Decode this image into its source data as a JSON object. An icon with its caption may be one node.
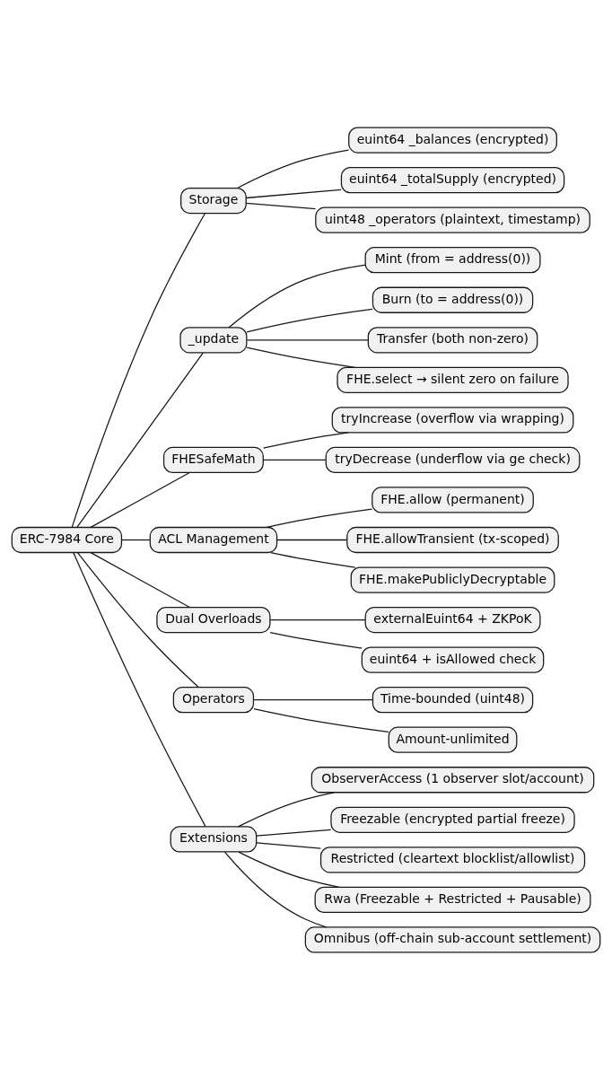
{
  "diagram": {
    "nodes": [
      {
        "text": [
          "ERC-7984 Core"
        ]
      },
      {
        "text": [
          "Storage"
        ]
      },
      {
        "text": [
          "euint64 _balances (encrypted)"
        ]
      },
      {
        "text": [
          "euint64 _totalSupply (encrypted)"
        ]
      },
      {
        "text": [
          "uint48 _operators (plaintext, timestamp)"
        ]
      },
      {
        "text": [
          "_update"
        ]
      },
      {
        "text": [
          "Mint (from = address(0))"
        ]
      },
      {
        "text": [
          "Burn (to = address(0))"
        ]
      },
      {
        "text": [
          "Transfer (both non-zero)"
        ]
      },
      {
        "text": [
          "FHE.select → silent zero on failure"
        ]
      },
      {
        "text": [
          "FHESafeMath"
        ]
      },
      {
        "text": [
          "tryIncrease (overflow via wrapping)"
        ]
      },
      {
        "text": [
          "tryDecrease (underflow via ge check)"
        ]
      },
      {
        "text": [
          "ACL Management"
        ]
      },
      {
        "text": [
          "FHE.allow (permanent)"
        ]
      },
      {
        "text": [
          "FHE.allowTransient (tx-scoped)"
        ]
      },
      {
        "text": [
          "FHE.makePubliclyDecryptable"
        ]
      },
      {
        "text": [
          "Dual Overloads"
        ]
      },
      {
        "text": [
          "externalEuint64 + ZKPoK"
        ]
      },
      {
        "text": [
          "euint64 + isAllowed check"
        ]
      },
      {
        "text": [
          "Operators"
        ]
      },
      {
        "text": [
          "Time-bounded (uint48)"
        ]
      },
      {
        "text": [
          "Amount-unlimited"
        ]
      },
      {
        "text": [
          "Extensions"
        ]
      },
      {
        "text": [
          "ObserverAccess (1 observer slot/account)"
        ]
      },
      {
        "text": [
          "Freezable (encrypted partial freeze)"
        ]
      },
      {
        "text": [
          "Restricted (cleartext blocklist/allowlist)"
        ]
      },
      {
        "text": [
          "Rwa (Freezable + Restricted + Pausable)"
        ]
      },
      {
        "text": [
          "Omnibus (off-chain sub-account settlement)"
        ]
      }
    ],
    "edges": [
      {
        "from": 0,
        "to": 1,
        "arrow": "none"
      },
      {
        "from": 1,
        "to": 2,
        "arrow": "none"
      },
      {
        "from": 1,
        "to": 3,
        "arrow": "none"
      },
      {
        "from": 1,
        "to": 4,
        "arrow": "none"
      },
      {
        "from": 0,
        "to": 5,
        "arrow": "none"
      },
      {
        "from": 5,
        "to": 6,
        "arrow": "none"
      },
      {
        "from": 5,
        "to": 7,
        "arrow": "none"
      },
      {
        "from": 5,
        "to": 8,
        "arrow": "none"
      },
      {
        "from": 5,
        "to": 9,
        "arrow": "none"
      },
      {
        "from": 0,
        "to": 10,
        "arrow": "none"
      },
      {
        "from": 10,
        "to": 11,
        "arrow": "none"
      },
      {
        "from": 10,
        "to": 12,
        "arrow": "none"
      },
      {
        "from": 0,
        "to": 13,
        "arrow": "none"
      },
      {
        "from": 13,
        "to": 14,
        "arrow": "none"
      },
      {
        "from": 13,
        "to": 15,
        "arrow": "none"
      },
      {
        "from": 13,
        "to": 16,
        "arrow": "none"
      },
      {
        "from": 0,
        "to": 17,
        "arrow": "none"
      },
      {
        "from": 17,
        "to": 18,
        "arrow": "none"
      },
      {
        "from": 17,
        "to": 19,
        "arrow": "none"
      },
      {
        "from": 0,
        "to": 20,
        "arrow": "none"
      },
      {
        "from": 20,
        "to": 21,
        "arrow": "none"
      },
      {
        "from": 20,
        "to": 22,
        "arrow": "none"
      },
      {
        "from": 0,
        "to": 23,
        "arrow": "none"
      },
      {
        "from": 23,
        "to": 24,
        "arrow": "none"
      },
      {
        "from": 23,
        "to": 25,
        "arrow": "none"
      },
      {
        "from": 23,
        "to": 26,
        "arrow": "none"
      },
      {
        "from": 23,
        "to": 27,
        "arrow": "none"
      },
      {
        "from": 23,
        "to": 28,
        "arrow": "none"
      }
    ]
  }
}
